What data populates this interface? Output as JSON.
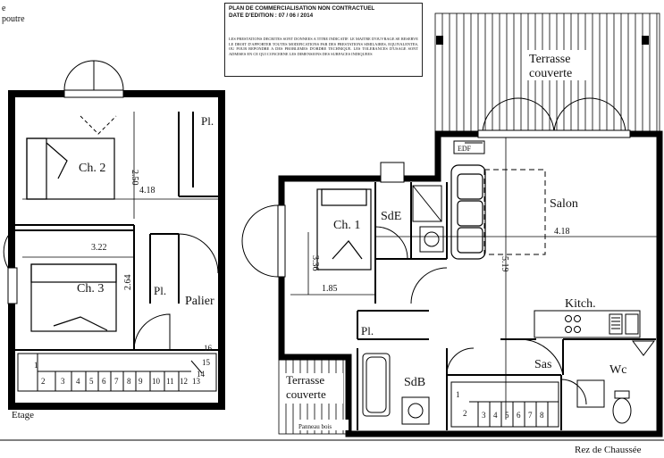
{
  "corner_note": [
    "e",
    "poutre"
  ],
  "disclaimer": {
    "title_line1": "PLAN DE COMMERCIALISATION NON CONTRACTUEL",
    "title_line2": "DATE D'EDITION : 07 / 06 / 2014",
    "body": "LES PRESTATIONS DECRITES SONT DONNEES A TITRE INDICATIF. LE MAITRE D'OUVRAGE SE RESERVE LE DROIT D'APPORTER TOUTES MODIFICATIONS PAR DES PRESTATIONS SIMILAIRES, EQUIVALENTES, OU POUR REPONDRE A DES PROBLEMES D'ORDRE TECHNIQUE. LES TOLERANCES D'USAGE SONT ADMISES EN CE QUI CONCERNE LES DIMENSIONS DES SURFACES INDIQUEES"
  },
  "etage": {
    "level_label": "Etage",
    "rooms": {
      "ch2": "Ch. 2",
      "ch3": "Ch. 3",
      "placard_top": "Pl.",
      "placard_mid": "Pl.",
      "palier": "Palier"
    },
    "dims": {
      "ch2_depth": "2.50",
      "ch2_width": "4.18",
      "ch3_width": "3.22",
      "ch3_depth": "2.64"
    },
    "stairs": [
      "1",
      "2",
      "3",
      "4",
      "5",
      "6",
      "7",
      "8",
      "9",
      "10",
      "11",
      "12",
      "13",
      "14",
      "15",
      "16"
    ]
  },
  "rdc": {
    "level_label": "Rez de Chaussée",
    "rooms": {
      "terrasse_top": [
        "Terrasse",
        "couverte"
      ],
      "salon": "Salon",
      "ch1": "Ch. 1",
      "sde": "SdE",
      "kitch": "Kitch.",
      "sas": "Sas",
      "wc": "Wc",
      "placard": "Pl.",
      "sdb": "SdB",
      "terrasse_bottom": [
        "Terrasse",
        "couverte"
      ],
      "panneau": "Panneau bois",
      "edf": "EDF"
    },
    "dims": {
      "salon_width": "4.18",
      "salon_depth": "5.19",
      "ch1_depth": "3.36",
      "ch1_width": "1.85"
    },
    "stairs": [
      "1",
      "2",
      "3",
      "4",
      "5",
      "6",
      "7",
      "8"
    ]
  }
}
